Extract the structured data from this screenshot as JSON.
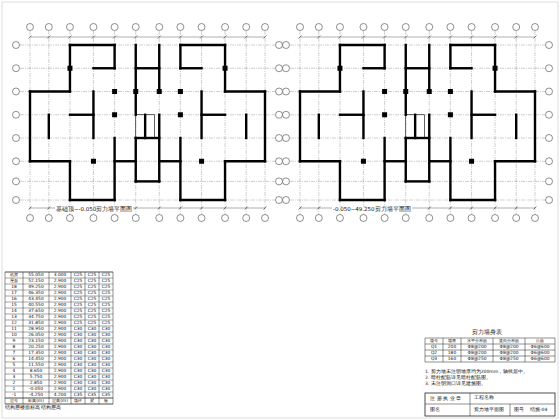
{
  "diagram": {
    "labels": [
      "机房",
      "55.050",
      "3.000",
      "C25",
      "C25",
      "C25",
      "屋面",
      "52.150",
      "2.900",
      "C25",
      "C25",
      "C25",
      "18",
      "49.250",
      "2.900",
      "C25",
      "C25",
      "C25",
      "17",
      "46.350",
      "2.900",
      "C25",
      "C25",
      "C25",
      "16",
      "43.450",
      "2.900",
      "C25",
      "C25",
      "C25",
      "15",
      "40.550",
      "2.900",
      "C25",
      "C25",
      "C25",
      "14",
      "37.650",
      "2.900",
      "C25",
      "C25",
      "C25",
      "13",
      "34.750",
      "2.900",
      "C25",
      "C25",
      "C25",
      "12",
      "31.850",
      "2.900",
      "C25",
      "C25",
      "C25",
      "11",
      "28.950",
      "2.900",
      "C30",
      "C30",
      "C30",
      "10",
      "26.050",
      "2.900",
      "C30",
      "C30",
      "C30",
      "9",
      "23.150",
      "2.900",
      "C30",
      "C30",
      "C30",
      "8",
      "20.250",
      "2.900",
      "C30",
      "C30",
      "C30",
      "7",
      "17.350",
      "2.900",
      "C30",
      "C30",
      "C30",
      "6",
      "14.450",
      "2.900",
      "C30",
      "C30",
      "C30",
      "5",
      "11.550",
      "2.900",
      "C30",
      "C30",
      "C30",
      "4",
      "8.650",
      "2.900",
      "C30",
      "C30",
      "C30",
      "3",
      "5.750",
      "2.900",
      "C30",
      "C30",
      "C30",
      "2",
      "2.850",
      "2.900",
      "C30",
      "C30",
      "C30",
      "1",
      "-0.050",
      "2.900",
      "C30",
      "C30",
      "C30",
      "-1",
      "-4.250",
      "4.200",
      "C35",
      "C35",
      "C35",
      "层号",
      "标高(m)",
      "层高(m)",
      "墙柱",
      "梁",
      "板",
      "结构层楼面标高 结构层高",
      "基础顶~-0.050剪力墙平面图",
      "-0.050~49.250剪力墙平面图",
      "剪力墙身表",
      "墙号",
      "墙厚",
      "水平分布筋",
      "竖向分布筋",
      "拉筋",
      "Q1",
      "200",
      "Φ8@200",
      "Φ8@200",
      "Φ6@600",
      "Q2",
      "180",
      "Φ8@200",
      "Φ8@200",
      "Φ6@600",
      "Q3",
      "160",
      "Φ8@250",
      "Φ8@250",
      "Φ6@600",
      "1. 剪力墙未注明墙厚均为200mm，轴线居中。",
      "2. 暗柱配筋详见暗柱配筋图。",
      "3. 未注明洞口详见建施图。",
      "注 册 执 业 章",
      "工程名称",
      "图名",
      "剪力墙平面图",
      "图号",
      "结施-04"
    ]
  }
}
